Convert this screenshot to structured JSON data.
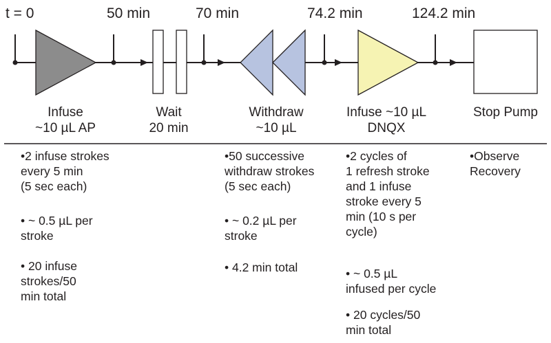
{
  "timeline": {
    "times": [
      "t = 0",
      "50 min",
      "70 min",
      "74.2 min",
      "124.2 min"
    ],
    "colors": {
      "line": "#231f20",
      "infuse_ap_fill": "#8c8c8c",
      "withdraw_fill": "#b7c3e0",
      "infuse_dnqx_fill": "#f6f3b3",
      "box_fill": "#ffffff"
    }
  },
  "steps": [
    {
      "label": "Infuse\n~10 µL AP"
    },
    {
      "label": "Wait\n20 min"
    },
    {
      "label": "Withdraw\n~10 µL"
    },
    {
      "label": "Infuse ~10 µL\nDNQX"
    },
    {
      "label": "Stop Pump"
    }
  ],
  "notes": {
    "infuse_ap": [
      "•2 infuse strokes\nevery 5 min\n(5 sec each)",
      "• ~ 0.5 µL per\nstroke",
      "• 20 infuse\nstrokes/50\nmin total"
    ],
    "withdraw": [
      "•50 successive\nwithdraw strokes\n(5 sec each)",
      "• ~ 0.2 µL per\nstroke",
      "• 4.2 min total"
    ],
    "infuse_dnqx": [
      "•2 cycles of\n1 refresh stroke\nand 1 infuse\nstroke every 5\nmin (10 s per\ncycle)",
      "• ~ 0.5 µL\ninfused per cycle",
      "• 20 cycles/50\nmin total"
    ],
    "stop": [
      "•Observe\nRecovery"
    ]
  }
}
